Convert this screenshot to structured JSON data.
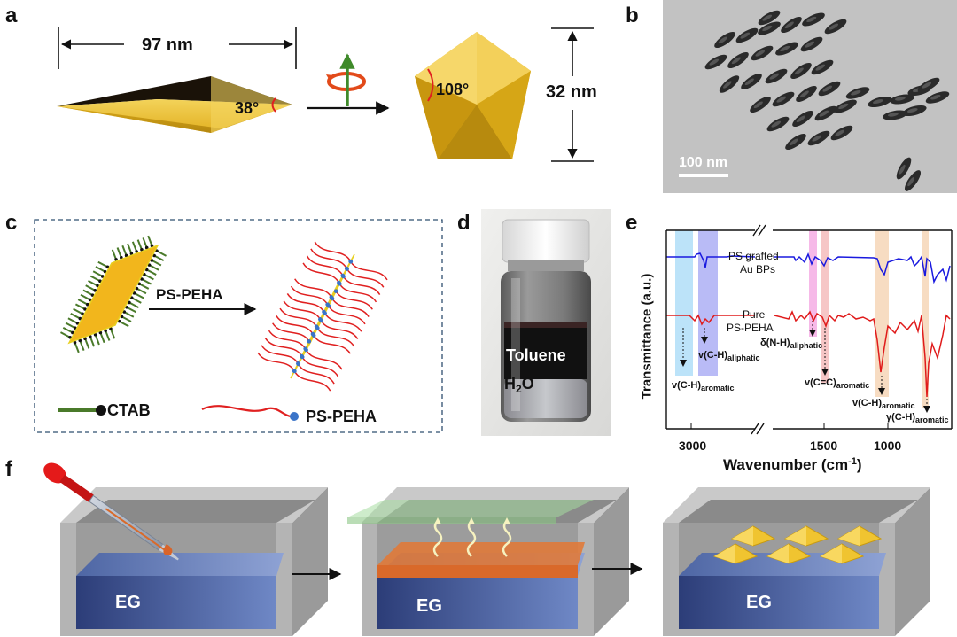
{
  "panel_labels": [
    "a",
    "b",
    "c",
    "d",
    "e",
    "f"
  ],
  "panel_a": {
    "length": "97 nm",
    "height": "32 nm",
    "tip_angle": "38°",
    "cross_angle": "108°"
  },
  "panel_b": {
    "scale_bar": "100 nm"
  },
  "panel_c": {
    "reagent": "PS-PEHA",
    "legend": [
      {
        "label": "CTAB",
        "color": "#4a7a2a"
      },
      {
        "label": "PS-PEHA",
        "color": "#e02020"
      }
    ]
  },
  "panel_d": {
    "top_phase": "Toluene",
    "bottom_phase_base": "H",
    "bottom_phase_sub": "2",
    "bottom_phase_tail": "O"
  },
  "panel_e": {
    "ylabel": "Transmittance (a.u.)",
    "xlabel_base": "Wavenumber (cm",
    "xlabel_sup": "-1",
    "xlabel_tail": ")",
    "ticks": [
      "3000",
      "1500",
      "1000"
    ],
    "series": [
      {
        "name_line1": "PS grafted",
        "name_line2": "Au BPs",
        "color": "#1a1adf"
      },
      {
        "name_line1": "Pure",
        "name_line2": "PS-PEHA",
        "color": "#e01b1b"
      }
    ],
    "bands": [
      {
        "base": "v(C-H)",
        "sub": "aromatic",
        "color": "#8fd0f5"
      },
      {
        "base": "v(C-H)",
        "sub": "aliphatic",
        "color": "#8a8ef0"
      },
      {
        "base": "δ(N-H)",
        "sub": "aliphatic",
        "color": "#f08ad8"
      },
      {
        "base": "v(C=C)",
        "sub": "aromatic",
        "color": "#f0a0a0"
      },
      {
        "base": "v(C-H)",
        "sub": "aromatic",
        "color": "#f2c49a"
      },
      {
        "base": "γ(C-H)",
        "sub": "aromatic",
        "color": "#f2c49a"
      }
    ]
  },
  "panel_f": {
    "label": "EG"
  },
  "colors": {
    "gold": "#e8b823",
    "container": "#b4b4b4",
    "eg_blue": "#4a66a8",
    "cover_green": "#a6dca0",
    "ps_layer": "#d9692a"
  }
}
